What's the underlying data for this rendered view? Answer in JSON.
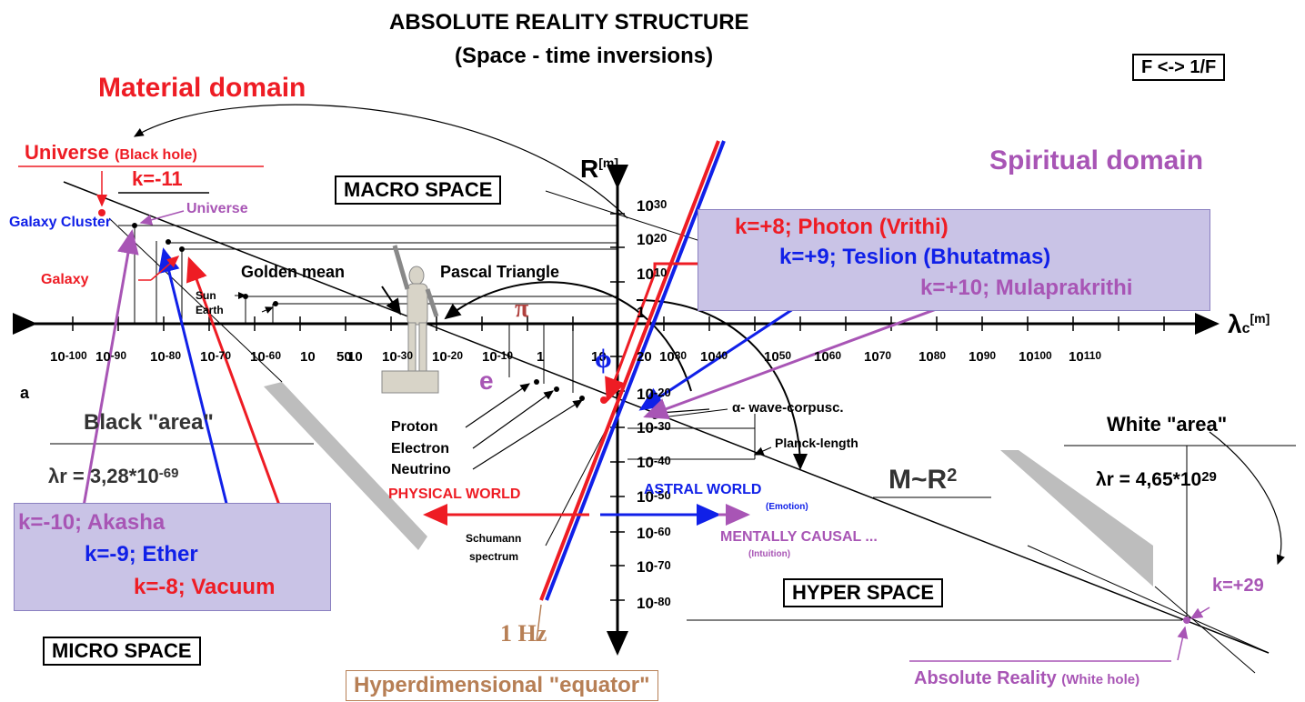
{
  "title": "ABSOLUTE REALITY STRUCTURE",
  "subtitle": "(Space - time inversions)",
  "formula_box": "F <-> 1/F",
  "domains": {
    "material": "Material domain",
    "spiritual": "Spiritual domain"
  },
  "spaces": {
    "macro": "MACRO SPACE",
    "micro": "MICRO SPACE",
    "hyper": "HYPER SPACE"
  },
  "axes": {
    "r_label": "R",
    "r_unit": "[m]",
    "lambda_label": "λ",
    "lambda_sub": "c",
    "lambda_unit": "[m]",
    "x_ticks": [
      "10-100",
      "10-90",
      "10-80",
      "10-70",
      "10-60",
      "10",
      "50",
      "10",
      "10-30",
      "10-20",
      "10-10",
      "1",
      "10",
      "20",
      "1030",
      "1040",
      "1050",
      "1060",
      "1070",
      "1080",
      "1090",
      "10100",
      "10110"
    ],
    "y_ticks": [
      "1030",
      "1020",
      "1010",
      "1",
      "10-20",
      "10-30",
      "10-40",
      "10-50",
      "10-60",
      "10-70",
      "10-80"
    ]
  },
  "left_side": {
    "universe_bh": "Universe",
    "universe_bh_note": "(Black hole)",
    "k_minus_11": "k=-11",
    "universe": "Universe",
    "galaxy_cluster": "Galaxy Cluster",
    "galaxy": "Galaxy",
    "sun": "Sun",
    "earth": "Earth",
    "golden_mean": "Golden mean",
    "pascal": "Pascal Triangle",
    "a_label": "a",
    "black_area": "Black \"area\"",
    "black_formula_base": "λr = 3,28*10",
    "black_formula_exp": "-69"
  },
  "left_box": {
    "akasha": "k=-10; Akasha",
    "ether": "k=-9; Ether",
    "vacuum": "k=-8; Vacuum"
  },
  "right_box": {
    "photon": "k=+8; Photon (Vrithi)",
    "teslion": "k=+9; Teslion (Bhutatmas)",
    "mulaprakrithi": "k=+10; Mulaprakrithi"
  },
  "constants": {
    "pi": "π",
    "phi": "ϕ",
    "e": "e"
  },
  "particles": {
    "proton": "Proton",
    "electron": "Electron",
    "neutrino": "Neutrino"
  },
  "alpha": "α- wave-corpusc.",
  "planck": "Planck-length",
  "worlds": {
    "physical": "PHYSICAL WORLD",
    "astral": "ASTRAL WORLD",
    "emotion": "(Emotion)",
    "mental": "MENTALLY CAUSAL ...",
    "intuition": "(Intuition)"
  },
  "schumann": [
    "Schumann",
    "spectrum"
  ],
  "mr_formula_base": "M~R",
  "mr_formula_exp": "2",
  "right_side": {
    "white_area": "White \"area\"",
    "white_formula_base": "λr = 4,65*10",
    "white_formula_exp": "29",
    "k_plus_29": "k=+29",
    "absolute_reality": "Absolute Reality",
    "absolute_reality_note": "(White hole)"
  },
  "one_hz": "1 Hz",
  "equator": "Hyperdimensional \"equator\"",
  "colors": {
    "red": "#ee1c24",
    "blue": "#1020e8",
    "purple": "#a855b5",
    "brown": "#b77f55",
    "lavender": "#c9c3e6",
    "gray": "#bdbdbd"
  }
}
